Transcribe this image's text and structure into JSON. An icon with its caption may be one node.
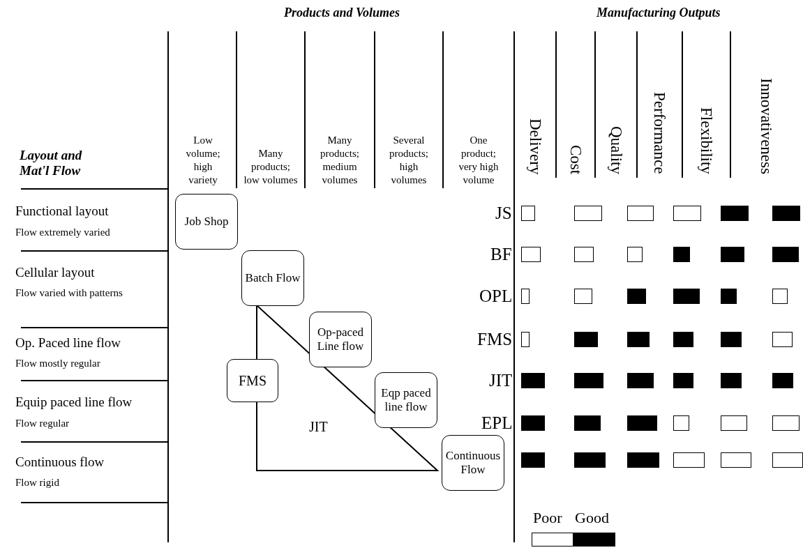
{
  "diagram": {
    "nodes": [
      {
        "text": [
          "Job Shop"
        ]
      },
      {
        "text": [
          "Batch Flow"
        ]
      },
      {
        "text": [
          "Op-paced Line flow"
        ]
      },
      {
        "text": [
          "Eqp paced line flow"
        ]
      },
      {
        "text": [
          "Continuous Flow"
        ]
      },
      {
        "text": [
          "FMS"
        ]
      },
      {
        "text": [
          "JIT"
        ]
      }
    ],
    "labels": [
      "Products and Volumes",
      "Manufacturing Outputs",
      "Low volume; high variety",
      "Many products; low volumes",
      "Many products; medium volumes",
      "Several products; high volumes",
      "One product; very high volume",
      "Delivery",
      "Cost",
      "Quality",
      "Performance",
      "Flexibility",
      "Innovativeness",
      "Layout and Mat'l Flow",
      "Functional layout",
      "Flow extremely varied",
      "Cellular layout",
      "Flow varied with patterns",
      "Op. Paced line flow",
      "Flow mostly regular",
      "Equip paced line flow",
      "Flow regular",
      "Continuous flow",
      "Flow rigid",
      "JS",
      "BF",
      "OPL",
      "FMS",
      "JIT",
      "EPL"
    ],
    "legend": [
      {
        "text": "Poor",
        "color": "#ffffff"
      },
      {
        "text": "Good",
        "color": "#000000"
      }
    ]
  }
}
